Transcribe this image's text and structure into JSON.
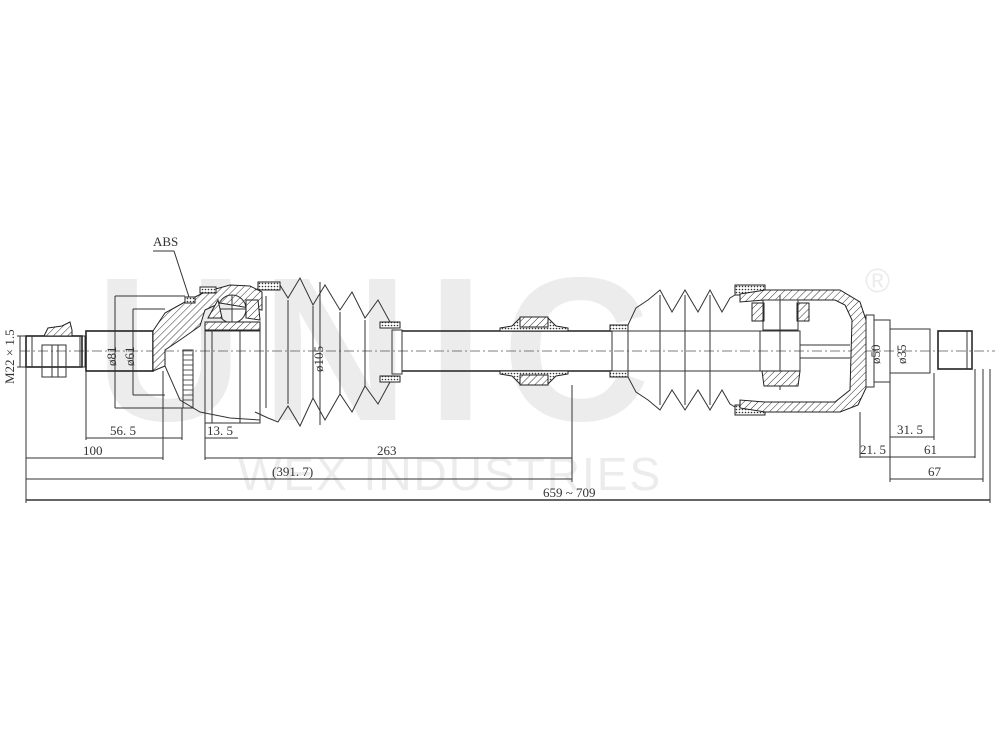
{
  "drawing": {
    "title": "Drive shaft (CV axle) technical drawing",
    "watermark": {
      "logo": "UNIC",
      "registered": "®",
      "company": "WEX INDUSTRIES"
    },
    "labels": {
      "abs": "ABS",
      "thread": "M22 × 1.5"
    },
    "diameters": {
      "outer_stub_81": "ø81",
      "outer_stub_61": "ø61",
      "boot_105": "ø105",
      "inner_50": "ø50",
      "inner_35": "ø35"
    },
    "dimensions": {
      "d_56_5": "56. 5",
      "d_13_5": "13. 5",
      "d_100": "100",
      "d_263": "263",
      "d_391_7": "(391. 7)",
      "d_total": "659 ~ 709",
      "d_31_5": "31. 5",
      "d_21_5": "21. 5",
      "d_61": "61",
      "d_67": "67"
    }
  }
}
